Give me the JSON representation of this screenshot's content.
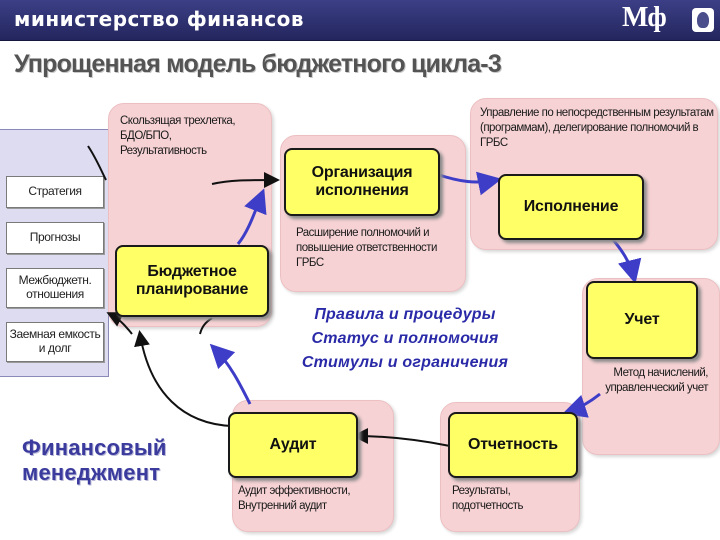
{
  "header": {
    "ministry": "министерство финансов",
    "logo_text": "Мф"
  },
  "title": "Упрощенная модель бюджетного цикла-3",
  "left_panel": {
    "items": [
      "Стратегия",
      "Прогнозы",
      "Межбюджетн. отношения",
      "Заемная емкость и долг"
    ]
  },
  "nodes": {
    "planning": "Бюджетное планирование",
    "organization": "Организация исполнения",
    "execution": "Исполнение",
    "accounting": "Учет",
    "reporting": "Отчетность",
    "audit": "Аудит"
  },
  "notes": {
    "planning": "Скользящая трехлетка, БДО/БПО, Результативность",
    "organization": "Расширение полномочий и повышение ответственности ГРБС",
    "execution": "Управление по непосредственным результатам (программам), делегирование полномочий в ГРБС",
    "accounting": "Метод начислений, управленческий учет",
    "reporting": "Результаты, подотчетность",
    "audit": "Аудит эффективности, Внутренний аудит"
  },
  "center": {
    "line1": "Правила и процедуры",
    "line2": "Статус и полномочия",
    "line3": "Стимулы и ограничения"
  },
  "footer_label": "Финансовый менеджмент",
  "colors": {
    "header_bg": "#2a2d6e",
    "node_fill": "#ffff66",
    "note_fill": "#f6d2d4",
    "arrow_blue": "#3d3dc8",
    "arrow_black": "#111111",
    "center_text": "#2a2aa8"
  }
}
